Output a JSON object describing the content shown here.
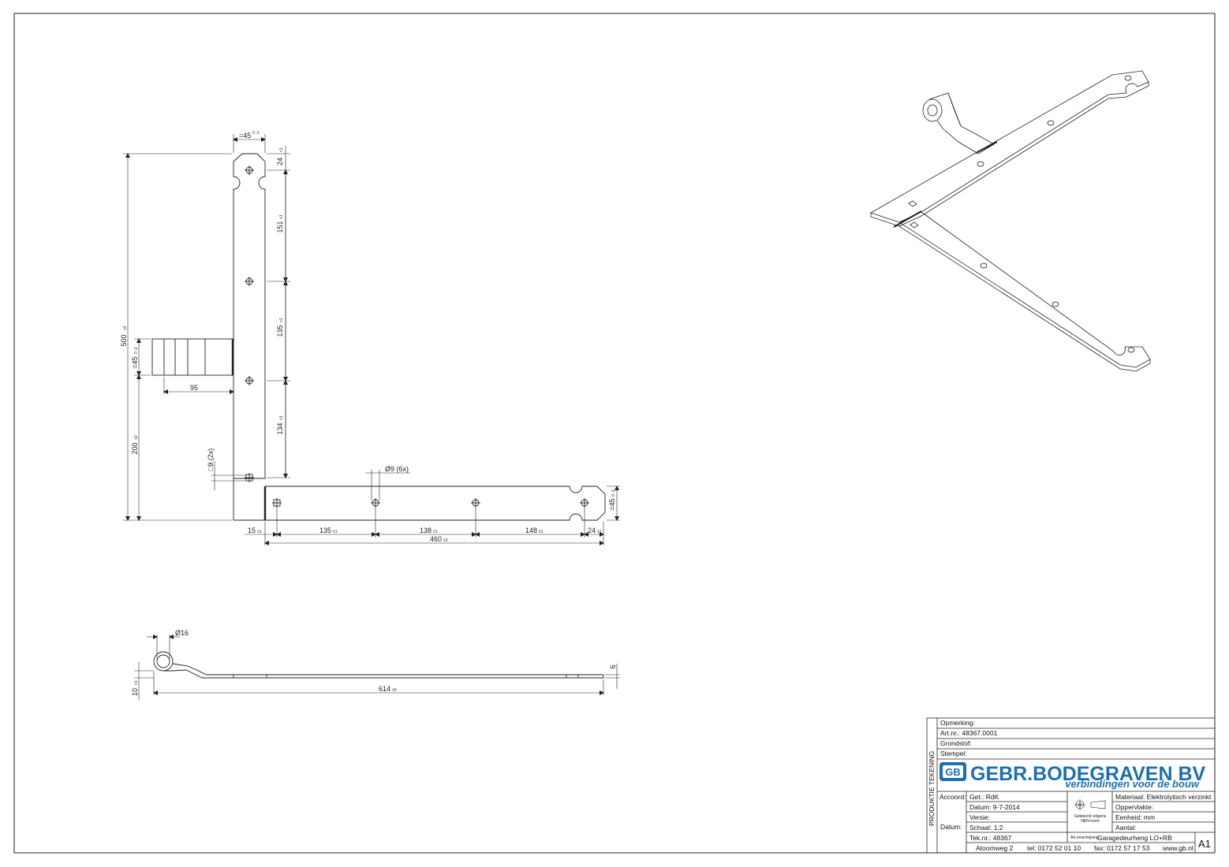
{
  "dims": {
    "width_top": "=45",
    "width_top_tol": "0 -2",
    "d24_top": "24",
    "d24_top_tol": "±1",
    "d151": "151",
    "d151_tol": "±1",
    "d135v": "135",
    "d135v_tol": "±1",
    "d134": "134",
    "d134_tol": "±1",
    "d500": "500",
    "d500_tol": "±3",
    "d200": "200",
    "d200_tol": "±2",
    "d45_knuckle": "=45",
    "d45_knuckle_tol": "0 -2",
    "d95": "95",
    "sq9": "□9 (2x)",
    "hole9": "Ø9 (6x)",
    "d45_right": "=45",
    "d45_right_tol": "0 -2",
    "d15": "15",
    "d15_tol": "±1",
    "d135h": "135",
    "d135h_tol": "±1",
    "d138": "138",
    "d138_tol": "±1",
    "d148": "148",
    "d148_tol": "±1",
    "d24_right": "24",
    "d24_right_tol": "±1",
    "d460": "460",
    "d460_tol": "±3",
    "d16": "Ø16",
    "d6": "6",
    "d10": "10",
    "d10_tol": "±1",
    "d614": "614",
    "d614_tol": "±3"
  },
  "titleblock": {
    "side_label": "PRODUKTIE TEKENING",
    "opmerking": "Opmerking:",
    "artnr": "Art.nr.:  48367.0001",
    "grondstof": "Grondstof:",
    "stempel": "Stempel:",
    "logo_letters": "GB",
    "company": "GEBR.BODEGRAVEN BV",
    "tagline": "verbindingen voor de bouw",
    "accoord": "Accoord:",
    "datum_label": "Datum:",
    "get": "Get.: RdK",
    "datum": "Datum: 9-7-2014",
    "versie": "Versie:",
    "schaal": "Schaal: 1:2",
    "teknr": "Tek.nr.: 48367",
    "norm_line1": "Getekend volgens",
    "norm_line2": "NEN-norm",
    "materiaal": "Materiaal: Elektrolytisch verzinkt",
    "oppervlakte": "Oppervlakte:",
    "eenheid": "Eenheid: mm",
    "aantal": "Aantal:",
    "omschrijving_label": "Art.omschrijving:",
    "omschrijving": "Garagedeurheng LO+RB",
    "format": "A1",
    "address": "Atoomweg 2",
    "tel": "tel: 0172 52 01 10",
    "fax": "fax: 0172 57 17 53",
    "web": "www.gb.nl"
  }
}
